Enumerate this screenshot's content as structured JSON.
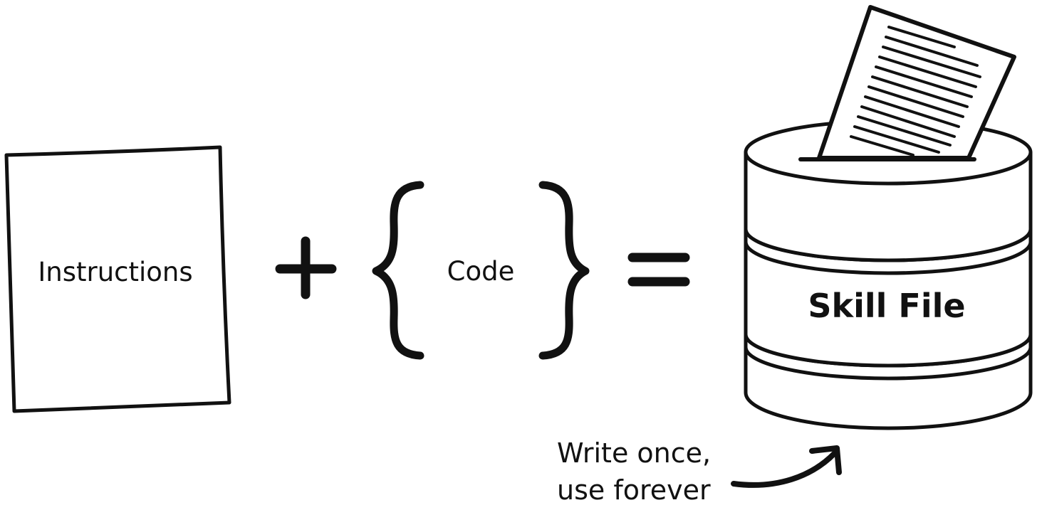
{
  "diagram": {
    "instructions_label": "Instructions",
    "code_label": "Code",
    "skill_file_label": "Skill File",
    "note_line_1": "Write once,",
    "note_line_2": "use forever"
  },
  "colors": {
    "ink": "#111111",
    "background": "#ffffff"
  }
}
